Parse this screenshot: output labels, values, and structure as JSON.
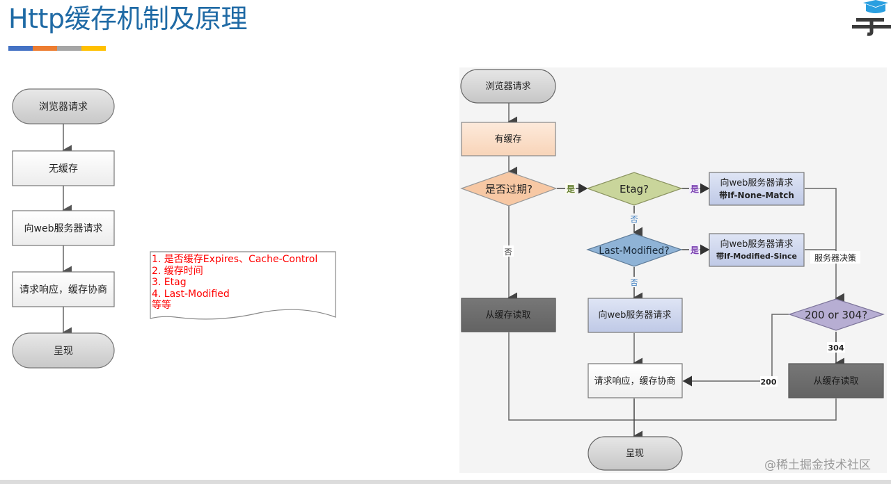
{
  "header": {
    "title": "Http缓存机制及原理",
    "accent_bars": [
      "#4472c4",
      "#ed7d31",
      "#a5a5a5",
      "#ffc000"
    ],
    "logo_icon": "graduation-cap-logo"
  },
  "left_flow": {
    "nodes": [
      {
        "id": "start",
        "label": "浏览器请求",
        "shape": "terminal"
      },
      {
        "id": "no-cache",
        "label": "无缓存",
        "shape": "process"
      },
      {
        "id": "request-server",
        "label": "向web服务器请求",
        "shape": "process"
      },
      {
        "id": "response",
        "label": "请求响应，缓存协商",
        "shape": "process"
      },
      {
        "id": "render",
        "label": "呈现",
        "shape": "terminal"
      }
    ]
  },
  "note": {
    "lines": [
      "1. 是否缓存Expires、Cache-Control",
      "2. 缓存时间",
      "3. Etag",
      "4. Last-Modified",
      "等等"
    ],
    "color": "#ff0000"
  },
  "right_flow": {
    "nodes": {
      "start": "浏览器请求",
      "has_cache": "有缓存",
      "expired": "是否过期?",
      "etag": "Etag?",
      "req_none_match_1": "向web服务器请求",
      "req_none_match_2": "带If-None-Match",
      "last_modified": "Last-Modified?",
      "req_mod_since_1": "向web服务器请求",
      "req_mod_since_2": "带If-Modified-Since",
      "server_decision": "服务器决策",
      "read_cache_left": "从缓存读取",
      "request_server": "向web服务器请求",
      "status_check": "200 or 304?",
      "response": "请求响应，缓存协商",
      "read_cache_right": "从缓存读取",
      "render": "呈现"
    },
    "edge_labels": {
      "expired_yes": "是",
      "expired_no": "否",
      "etag_yes": "是",
      "etag_no": "否",
      "lm_yes": "是",
      "lm_no": "否",
      "status_200": "200",
      "status_304": "304"
    },
    "colors": {
      "has_cache": "#fbe0cc",
      "expired": "#f7c59f",
      "etag": "#c9d59b",
      "last_modified": "#8fb3d6",
      "request": "#ccd5ee",
      "status": "#b7aed3",
      "read_cache": "#6f6f6f",
      "terminal": "#d3d3d3"
    }
  },
  "watermark": "@稀土掘金技术社区"
}
